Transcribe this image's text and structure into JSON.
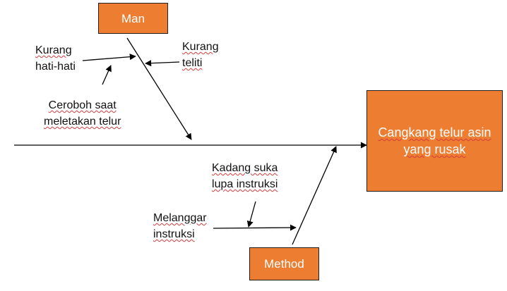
{
  "diagram": {
    "effect": {
      "line1": "Cangkang telur asin",
      "line2": "yang rusak"
    },
    "categories": {
      "man": "Man",
      "method": "Method"
    },
    "causes": {
      "kurang_hati_hati": {
        "line1": "Kurang",
        "line2": "hati-hati"
      },
      "kurang_teliti": {
        "line1": "Kurang",
        "line2": "teliti"
      },
      "ceroboh": {
        "line1": "Ceroboh saat",
        "line2": "meletakan telur"
      },
      "kadang_suka": {
        "line1": "Kadang suka",
        "line2": "lupa instruksi"
      },
      "melanggar": {
        "line1": "Melanggar",
        "line2": "instruksi"
      }
    },
    "colors": {
      "box_fill": "#ED7D31",
      "box_text": "#FFFFFF",
      "line": "#000000",
      "spellcheck_underline": "#D23C3C"
    }
  }
}
